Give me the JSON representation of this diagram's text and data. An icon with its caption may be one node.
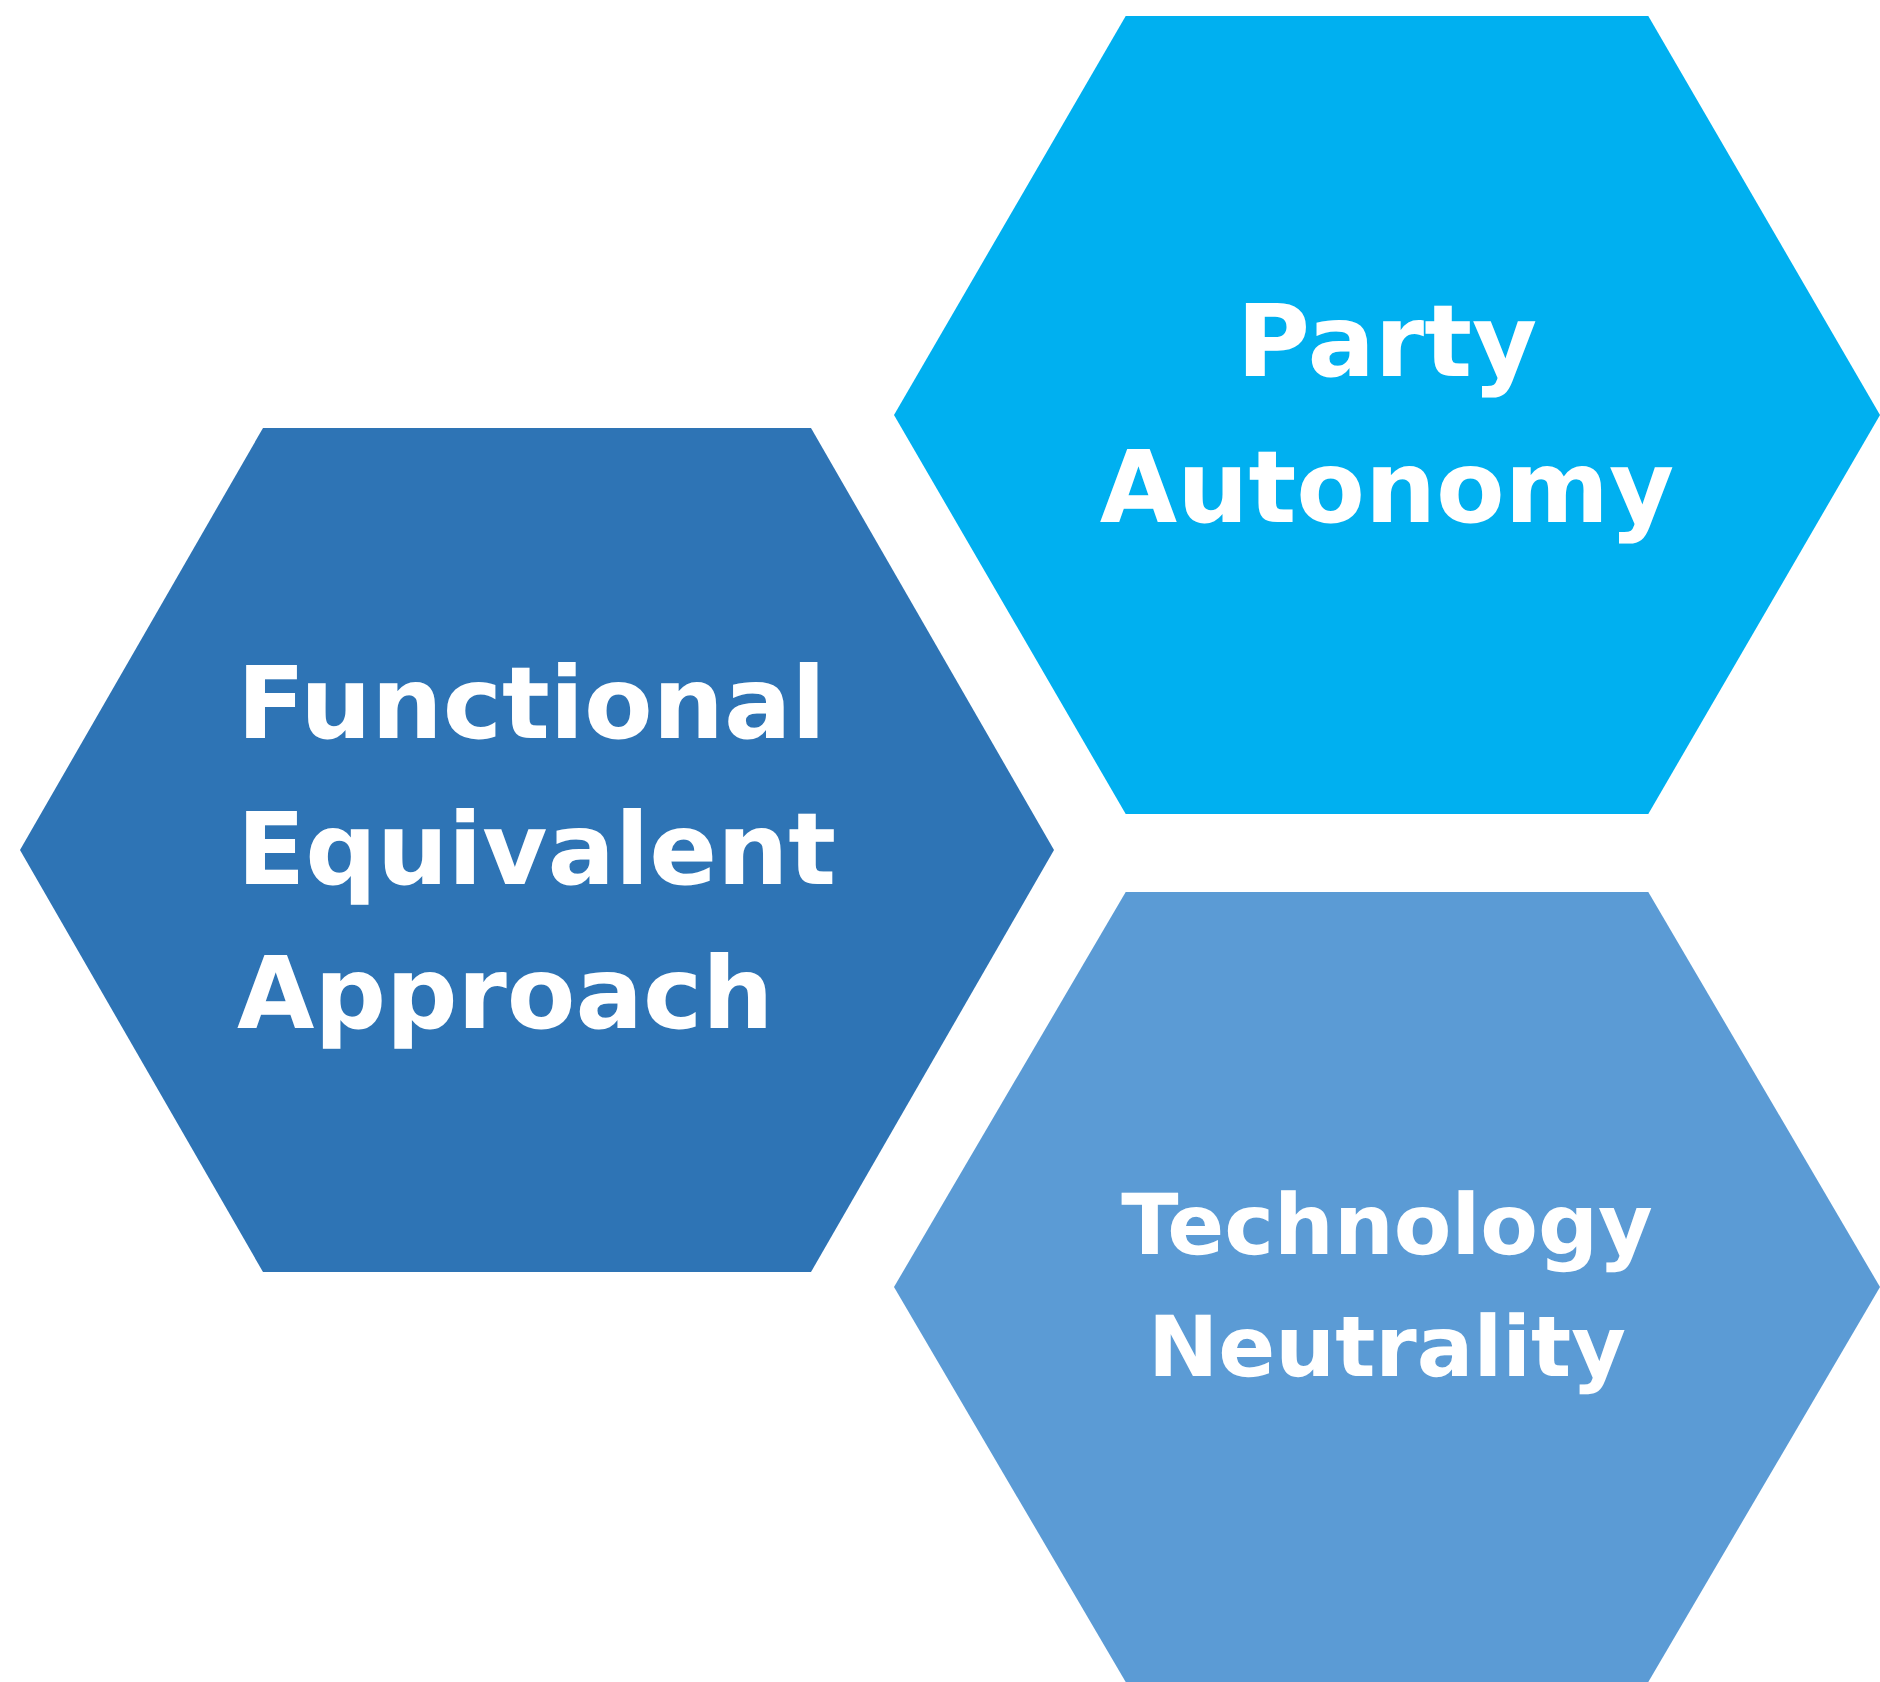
{
  "diagram": {
    "nodes": [
      {
        "text": [
          "Party Autonomy"
        ]
      },
      {
        "text": [
          "Functional Equivalent Approach"
        ]
      },
      {
        "text": [
          "Technology Neutrality"
        ]
      }
    ],
    "edges": []
  }
}
